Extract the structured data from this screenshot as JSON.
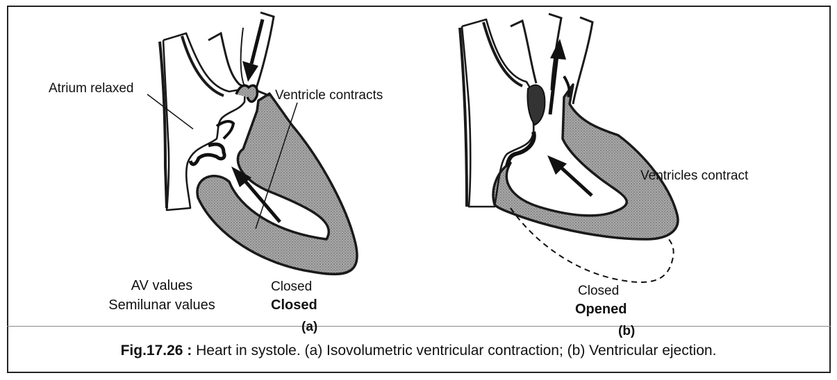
{
  "panel_a": {
    "atrium_label": "Atrium relaxed",
    "ventricle_label": "Ventricle contracts",
    "av_label": "AV values",
    "semilunar_label": "Semilunar values",
    "av_state": "Closed",
    "semilunar_state": "Closed",
    "panel_tag": "(a)"
  },
  "panel_b": {
    "ventricle_label": "Ventricles contract",
    "av_state": "Closed",
    "semilunar_state": "Opened",
    "panel_tag": "(b)"
  },
  "caption": {
    "figure_number": "Fig.17.26 :",
    "text": "Heart in systole. (a) Isovolumetric ventricular contraction; (b) Ventricular ejection."
  }
}
